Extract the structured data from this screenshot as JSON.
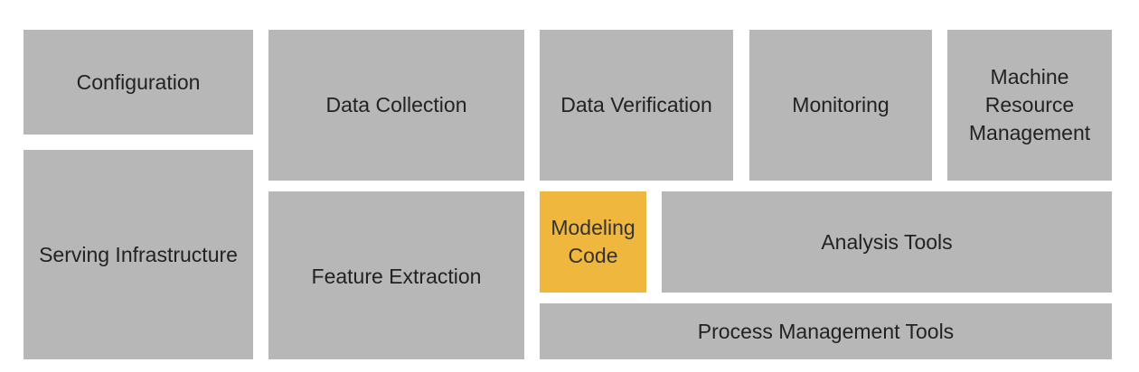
{
  "components": {
    "configuration": "Configuration",
    "serving_infrastructure": "Serving Infrastructure",
    "data_collection": "Data Collection",
    "feature_extraction": "Feature Extraction",
    "data_verification": "Data Verification",
    "monitoring": "Monitoring",
    "machine_resource_management": "Machine\nResource\nManagement",
    "modeling_code": "Modeling\nCode",
    "analysis_tools": "Analysis Tools",
    "process_management_tools": "Process Management Tools"
  },
  "colors": {
    "box": "#b7b7b7",
    "highlight": "#f0b73f",
    "text": "#222222",
    "background": "#ffffff"
  }
}
